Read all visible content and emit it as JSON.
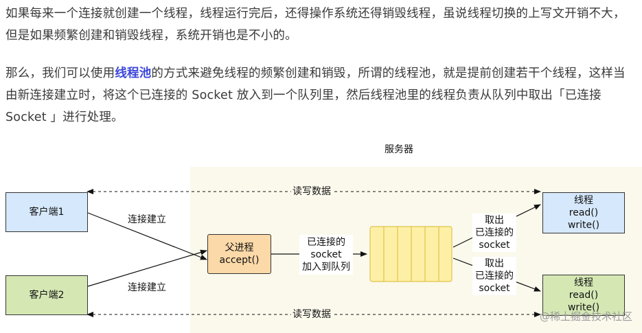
{
  "article": {
    "p1": "如果每来一个连接就创建一个线程，线程运行完后，还得操作系统还得销毁线程，虽说线程切换的上写文开销不大，但是如果频繁创建和销毁线程，系统开销也是不小的。",
    "p2_before": "那么，我们可以使用",
    "p2_highlight": "线程池",
    "p2_after": "的方式来避免线程的频繁创建和销毁，所谓的线程池，就是提前创建若干个线程，这样当由新连接建立时，将这个已连接的 Socket 放入到一个队列里，然后线程池里的线程负责从队列中取出「已连接 Socket 」进行处理。"
  },
  "diagram": {
    "server_title": "服务器",
    "client1": "客户端1",
    "client2": "客户端2",
    "connect_label_1": "连接建立",
    "connect_label_2": "连接建立",
    "rw_top": "读写数据",
    "rw_bottom": "读写数据",
    "parent_process": {
      "title": "父进程",
      "call": "accept()"
    },
    "enqueue_label": {
      "line1": "已连接的",
      "line2": "socket",
      "line3": "加入到队列"
    },
    "take_label_1": {
      "line1": "取出",
      "line2": "已连接的",
      "line3": "socket"
    },
    "take_label_2": {
      "line1": "取出",
      "line2": "已连接的",
      "line3": "socket"
    },
    "thread1": {
      "title": "线程",
      "read": "read()",
      "write": "write()"
    },
    "thread2": {
      "title": "线程",
      "read": "read()",
      "write": "write()"
    },
    "queue_slots": 6,
    "colors": {
      "client1": "#d6e8fb",
      "client2": "#d5e8b4",
      "parent": "#fbd9a8",
      "queue": "#fdf0a6",
      "queue_border": "#e0c24a",
      "thread1": "#d6e8fb",
      "thread2": "#d5e8b4",
      "server_bg": "#fbf9ec"
    }
  },
  "watermark": "@稀土掘金技术社区"
}
